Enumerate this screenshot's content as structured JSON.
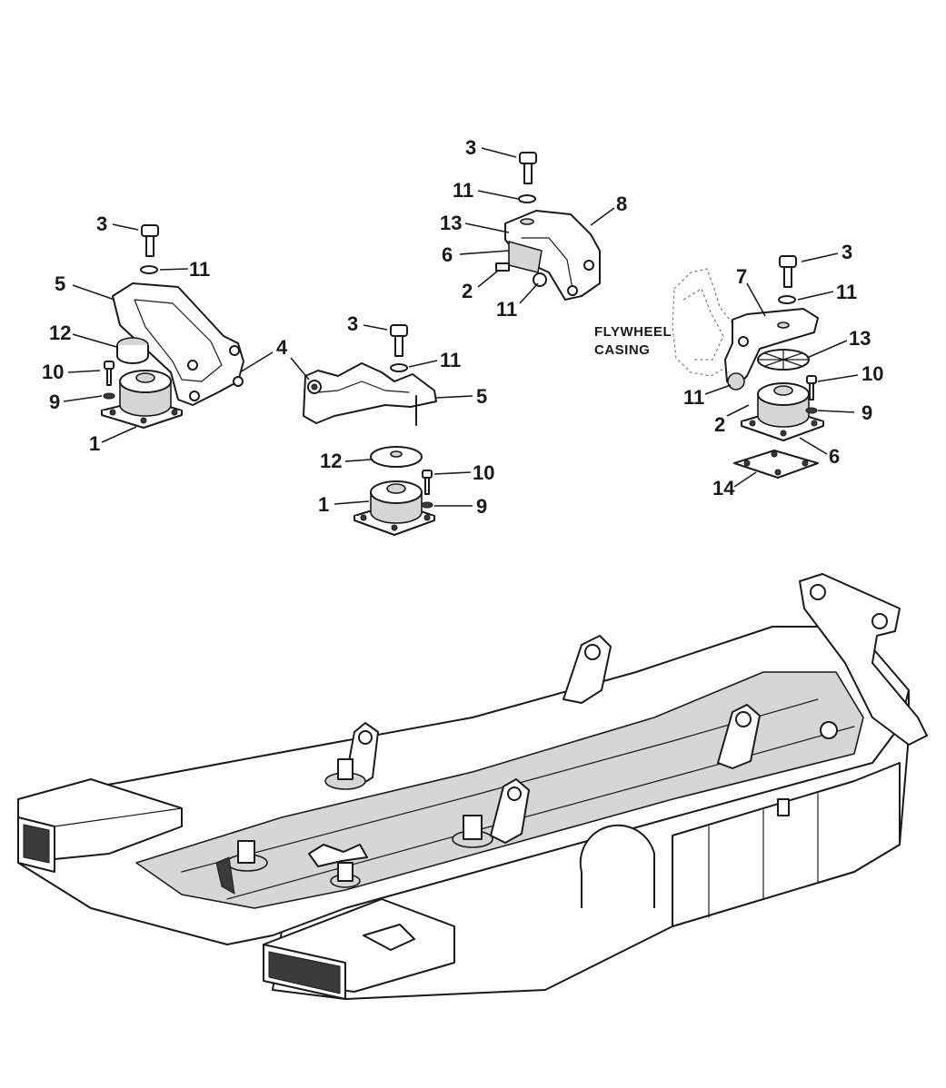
{
  "callouts": {
    "left_3": "3",
    "left_11": "11",
    "left_5": "5",
    "left_12": "12",
    "left_10": "10",
    "left_9": "9",
    "left_1": "1",
    "left_4": "4",
    "mid_3": "3",
    "mid_11": "11",
    "mid_5": "5",
    "mid_12": "12",
    "mid_1": "1",
    "mid_10": "10",
    "mid_9": "9",
    "top_3": "3",
    "top_11a": "11",
    "top_13": "13",
    "top_8": "8",
    "top_6": "6",
    "top_2": "2",
    "top_11b": "11",
    "right_3": "3",
    "right_7": "7",
    "right_11a": "11",
    "right_13": "13",
    "right_10": "10",
    "right_11b": "11",
    "right_9": "9",
    "right_2": "2",
    "right_6": "6",
    "right_14": "14"
  },
  "notes": {
    "flywheel_line1": "FLYWHEEL",
    "flywheel_line2": "CASING"
  }
}
